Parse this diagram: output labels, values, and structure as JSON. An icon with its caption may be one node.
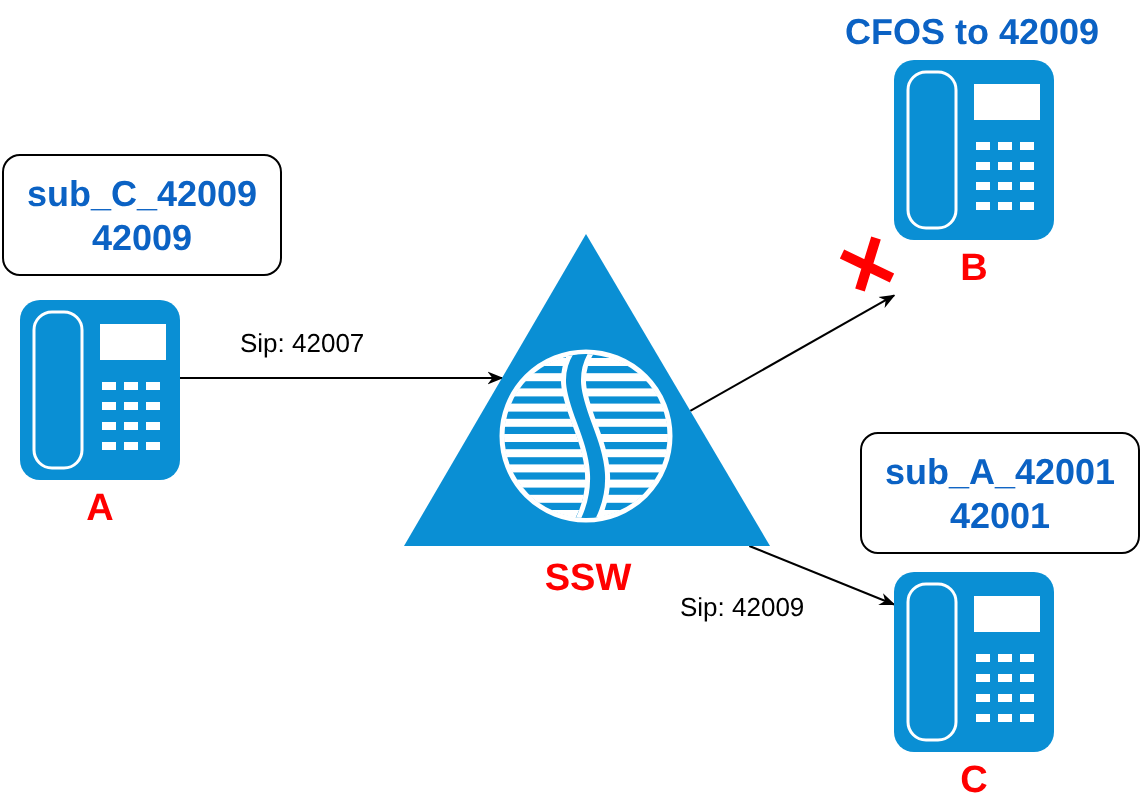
{
  "diagram": {
    "nodes": [
      {
        "text": [
          "sub_C_42009 42009"
        ]
      },
      {
        "text": [
          "A"
        ]
      },
      {
        "text": [
          "SSW"
        ]
      },
      {
        "text": [
          "B"
        ],
        "beside": [
          "CFOS to 42009"
        ]
      },
      {
        "text": [
          "sub_A_42001 42001"
        ]
      },
      {
        "text": [
          "C"
        ]
      }
    ],
    "edges": [
      {
        "from": 1,
        "to": 2,
        "arrow": "to",
        "label": "Sip: 42007"
      },
      {
        "from": 2,
        "to": 3,
        "arrow": "to"
      },
      {
        "from": 2,
        "to": 5,
        "arrow": "to",
        "label": "Sip: 42009"
      }
    ]
  }
}
